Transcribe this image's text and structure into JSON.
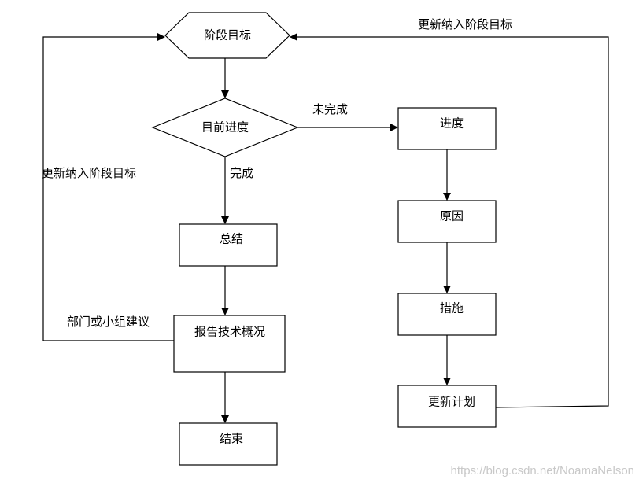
{
  "nodes": {
    "stage_goal": "阶段目标",
    "current_progress": "目前进度",
    "summary": "总结",
    "report": "报告技术概况",
    "end": "结束",
    "progress": "进度",
    "reason": "原因",
    "measures": "措施",
    "update_plan": "更新计划"
  },
  "edge_labels": {
    "incomplete": "未完成",
    "complete": "完成",
    "update_goal_right": "更新纳入阶段目标",
    "update_goal_left": "更新纳入阶段目标",
    "dept_suggestion": "部门或小组建议"
  },
  "watermark": "https://blog.csdn.net/NoamaNelson"
}
